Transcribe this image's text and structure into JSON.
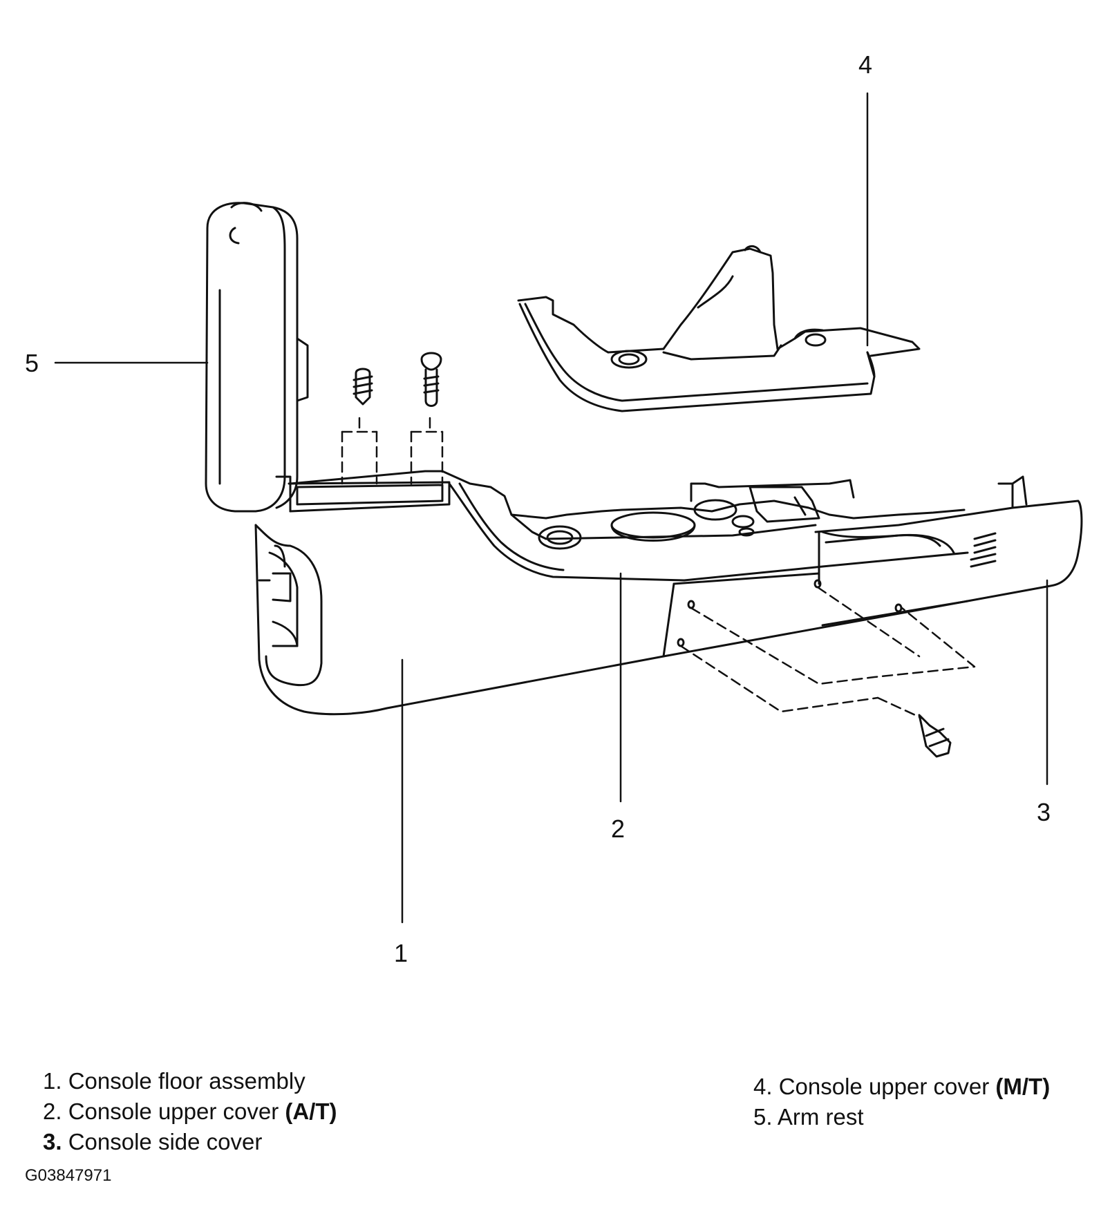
{
  "callouts": {
    "c1": "1",
    "c2": "2",
    "c3": "3",
    "c4": "4",
    "c5": "5"
  },
  "legend": {
    "item1": {
      "num": "1.",
      "text": "Console floor assembly",
      "suffix": ""
    },
    "item2": {
      "num": "2.",
      "text": "Console upper cover",
      "suffix": "(A/T)"
    },
    "item3": {
      "num": "3.",
      "text": "Console side cover",
      "suffix": ""
    },
    "item4": {
      "num": "4.",
      "text": "Console upper cover",
      "suffix": "(M/T)"
    },
    "item5": {
      "num": "5.",
      "text": "Arm rest",
      "suffix": ""
    }
  },
  "figure_code": "G03847971",
  "colors": {
    "line": "#111111",
    "background": "#ffffff"
  }
}
